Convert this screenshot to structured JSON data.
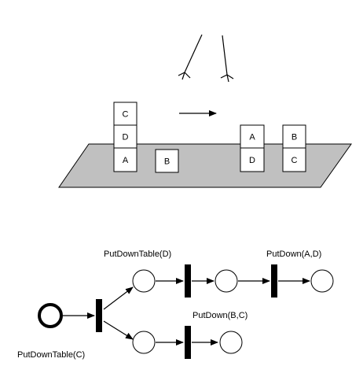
{
  "scene": {
    "before": {
      "stack_1": [
        "C",
        "D",
        "A"
      ],
      "stack_2": [
        "B"
      ]
    },
    "after": {
      "stack_1": [
        "A",
        "D"
      ],
      "stack_2": [
        "B",
        "C"
      ]
    }
  },
  "petri_net": {
    "transitions": {
      "t_root": "PutDownTable(C)",
      "t_upper": "PutDownTable(D)",
      "t_upper_right": "PutDown(A,D)",
      "t_lower": "PutDown(B,C)"
    }
  },
  "colors": {
    "table": "#c0c0c0",
    "stroke": "#000000",
    "background": "#ffffff"
  }
}
